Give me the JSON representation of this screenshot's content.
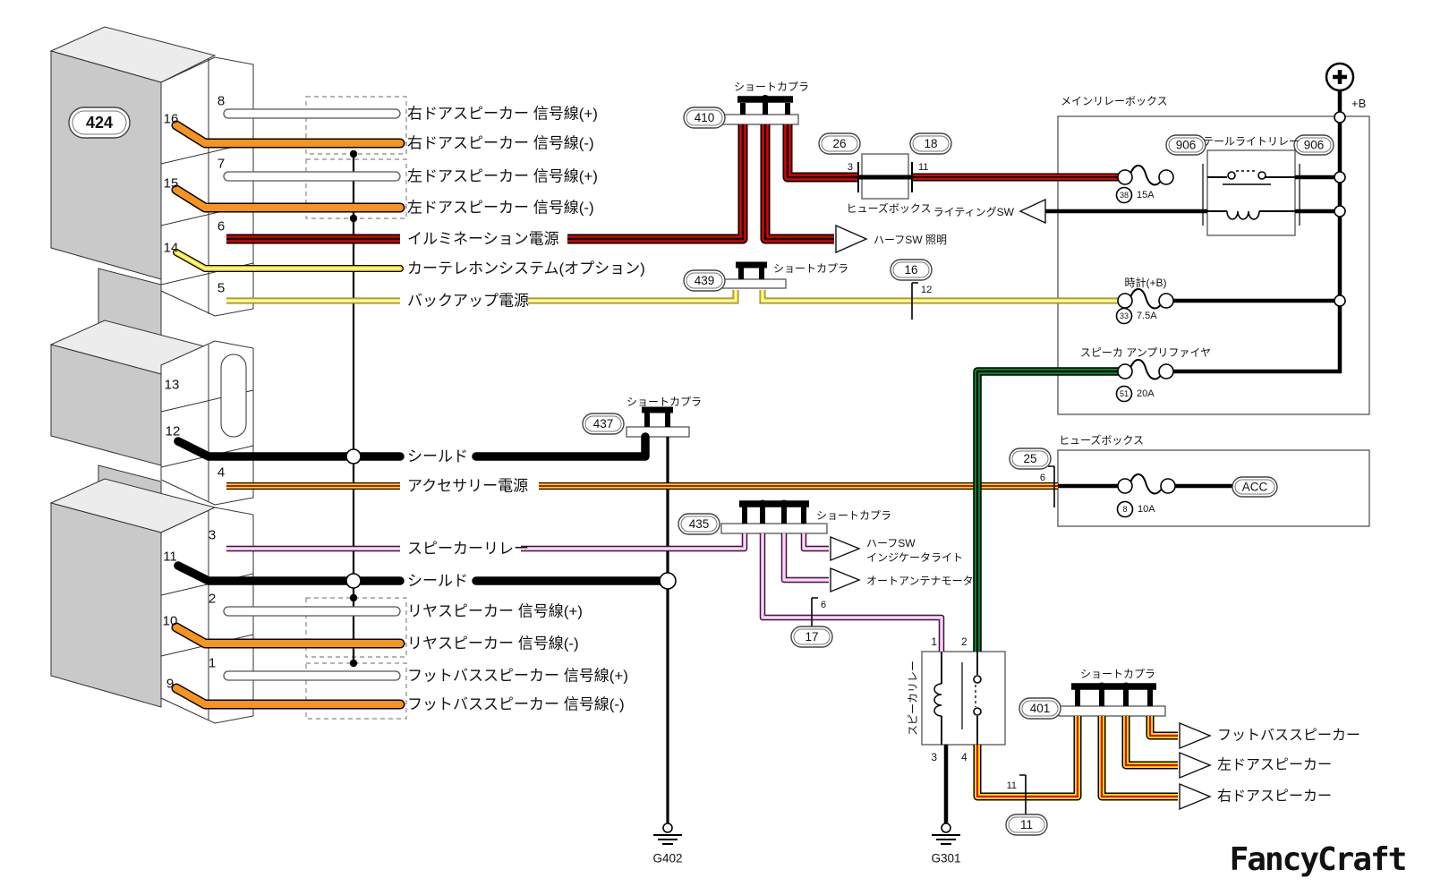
{
  "colors": {
    "orange": "#F7941D",
    "red": "#E00000",
    "yellow": "#FFE400",
    "pink": "#E88CDE",
    "green": "#117C2C",
    "wire_black": "#000000"
  },
  "connector": {
    "id": "424",
    "rows": [
      {
        "pin": "8",
        "label": "右ドアスピーカー 信号線(+)"
      },
      {
        "pin": "16",
        "label": "右ドアスピーカー 信号線(-)"
      },
      {
        "pin": "7",
        "label": "左ドアスピーカー 信号線(+)"
      },
      {
        "pin": "15",
        "label": "左ドアスピーカー 信号線(-)"
      },
      {
        "pin": "6",
        "label": "イルミネーション電源"
      },
      {
        "pin": "14",
        "label": "カーテレホンシステム(オプション)"
      },
      {
        "pin": "5",
        "label": "バックアップ電源"
      },
      {
        "pin": "13",
        "label": ""
      },
      {
        "pin": "12",
        "label": "シールド"
      },
      {
        "pin": "4",
        "label": "アクセサリー電源"
      },
      {
        "pin": "3",
        "label": "スピーカーリレー"
      },
      {
        "pin": "11",
        "label": "シールド"
      },
      {
        "pin": "2",
        "label": "リヤスピーカー 信号線(+)"
      },
      {
        "pin": "10",
        "label": "リヤスピーカー 信号線(-)"
      },
      {
        "pin": "1",
        "label": "フットバススピーカー 信号線(+)"
      },
      {
        "pin": "9",
        "label": "フットバススピーカー 信号線(-)"
      }
    ]
  },
  "couplers": {
    "label": "ショートカプラ",
    "ids": [
      "410",
      "439",
      "437",
      "435",
      "401"
    ]
  },
  "plugs": [
    {
      "id": "26",
      "pin": "3"
    },
    {
      "id": "18",
      "pin": "11"
    },
    {
      "id": "16",
      "pin": "12"
    },
    {
      "id": "17",
      "pin": "6"
    },
    {
      "id": "25",
      "pin": "6"
    },
    {
      "id": "11",
      "pin": "11"
    },
    {
      "id": "906",
      "pin": ""
    },
    {
      "id": "906",
      "pin": ""
    }
  ],
  "fuses": [
    {
      "id": "38",
      "rating": "15A"
    },
    {
      "id": "33",
      "rating": "7.5A"
    },
    {
      "id": "51",
      "rating": "20A"
    },
    {
      "id": "8",
      "rating": "10A"
    }
  ],
  "boxes": {
    "main_relay": "メインリレーボックス",
    "tail_relay": "テールライトリレー",
    "fuse_box": "ヒューズボックス",
    "speaker_relay": "スピーカリレー"
  },
  "relay_pins": [
    "1",
    "2",
    "3",
    "4"
  ],
  "targets": {
    "half_sw_light": "ハーフSW 照明",
    "lighting_sw": "ライティングSW",
    "clock": "時計(+B)",
    "amp": "スピーカ アンプリファイヤ",
    "half_sw_ind1": "ハーフSW",
    "half_sw_ind2": "インジケータライト",
    "antenna": "オートアンテナモータ",
    "acc": "ACC",
    "plus_b": "+B",
    "foot_speaker": "フットバススピーカー",
    "left_speaker": "左ドアスピーカー",
    "right_speaker": "右ドアスピーカー"
  },
  "grounds": [
    "G402",
    "G301"
  ],
  "logo": "FancyCraft"
}
